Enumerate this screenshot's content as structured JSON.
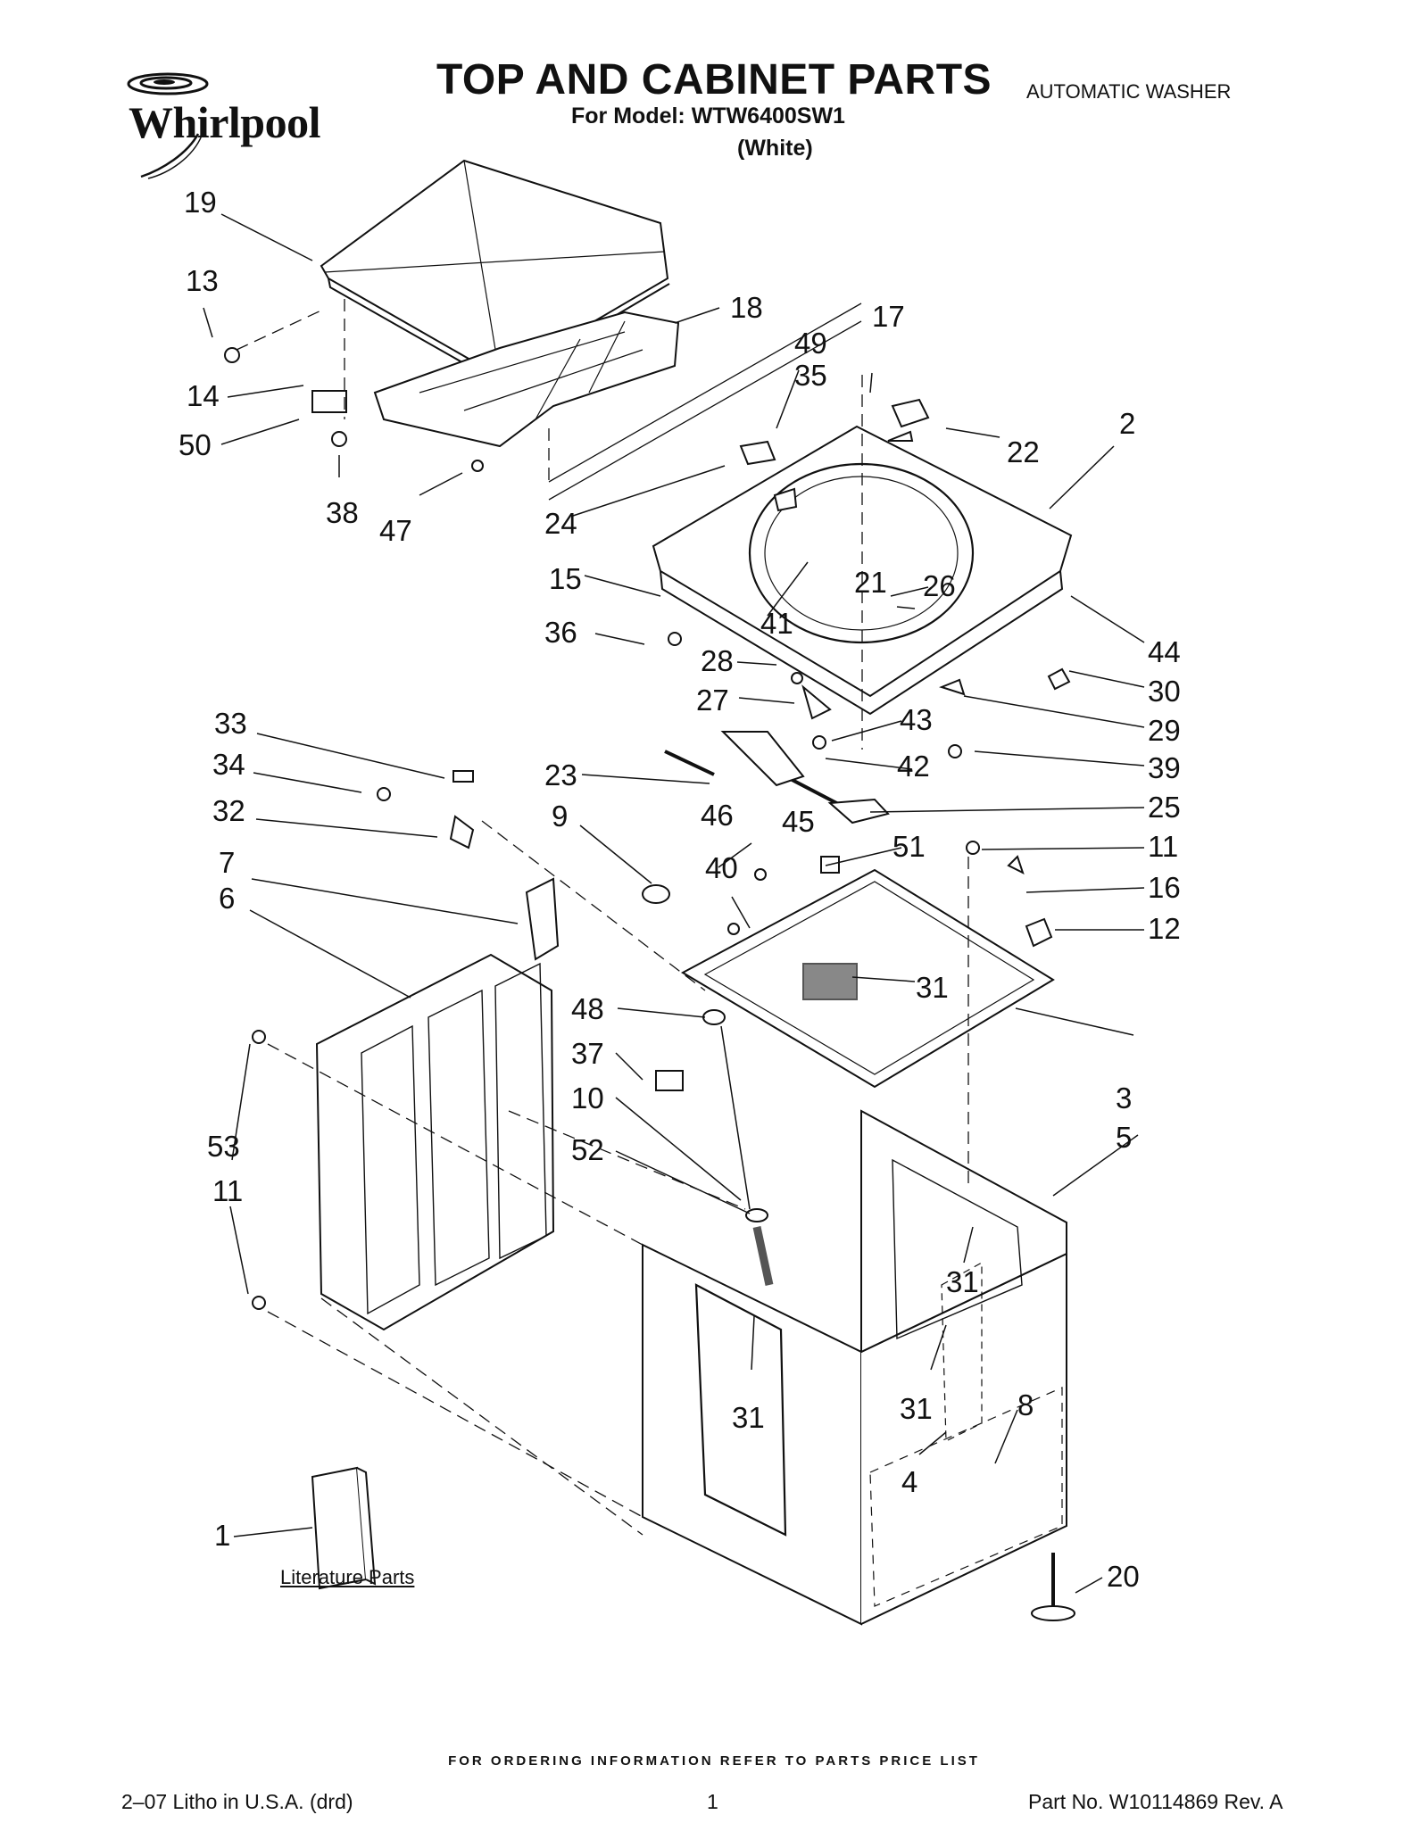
{
  "header": {
    "title": "TOP AND CABINET PARTS",
    "model_line": "For Model: WTW6400SW1",
    "color_line": "(White)",
    "product_type": "AUTOMATIC WASHER",
    "brand": "Whirlpool"
  },
  "diagram": {
    "callouts": [
      "19",
      "13",
      "14",
      "50",
      "38",
      "47",
      "18",
      "17",
      "49",
      "35",
      "22",
      "2",
      "24",
      "15",
      "41",
      "21",
      "26",
      "36",
      "28",
      "27",
      "43",
      "44",
      "30",
      "29",
      "39",
      "33",
      "34",
      "32",
      "23",
      "42",
      "25",
      "9",
      "46",
      "45",
      "51",
      "11",
      "7",
      "6",
      "40",
      "16",
      "12",
      "31",
      "48",
      "37",
      "10",
      "3",
      "5",
      "53",
      "52",
      "31",
      "11",
      "31",
      "31",
      "8",
      "4",
      "1",
      "20"
    ],
    "literature_label": "Literature Parts"
  },
  "footer": {
    "ordering_note": "FOR ORDERING INFORMATION REFER TO PARTS PRICE LIST",
    "litho": "2–07 Litho in U.S.A. (drd)",
    "page_number": "1",
    "part_number": "Part No. W10114869 Rev. A"
  }
}
